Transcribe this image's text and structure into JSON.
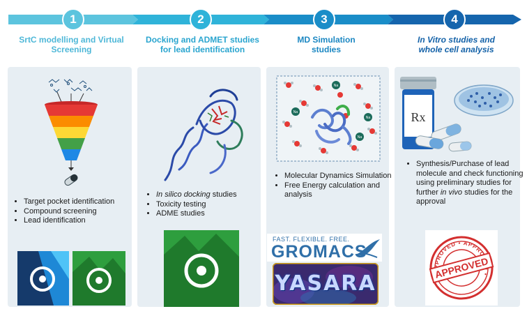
{
  "steps": [
    {
      "number": "1",
      "title": "SrtC modelling and Virtual Screening",
      "italic": false,
      "bullets": [
        "Target pocket identification",
        "Compound screening",
        "Lead identification"
      ]
    },
    {
      "number": "2",
      "title": "Docking and ADMET studies for lead identification",
      "italic": false,
      "bullets_rich": [
        {
          "italic": "In silico docking",
          "plain": " studies"
        },
        {
          "italic": "",
          "plain": "Toxicity testing"
        },
        {
          "italic": "",
          "plain": "ADME studies"
        }
      ]
    },
    {
      "number": "3",
      "title": "MD Simulation studies",
      "italic": false,
      "bullets": [
        "Molecular Dynamics Simulation",
        "Free Energy calculation and analysis"
      ]
    },
    {
      "number": "4",
      "title": "In Vitro studies and whole cell analysis",
      "italic": true,
      "bullet_parts": {
        "p1": "Synthesis/Purchase of lead molecule and check functioning using preliminary studies for further ",
        "p2": "in vivo",
        "p3": " studies for the approval"
      }
    }
  ],
  "logos": {
    "gromacs_tagline": "FAST. FLEXIBLE. FREE.",
    "gromacs_name": "GROMACS",
    "yasara_name": "YASARA",
    "approved_text": "APPROVED",
    "approved_ring": "APPROVED • APPROVED •",
    "rx_label": "Rx",
    "ion_label": "Na"
  },
  "colors": {
    "step1": "#5cc4de",
    "step2": "#2fb3d9",
    "step3": "#1a8dc8",
    "step4": "#1565ad",
    "panel": "#e7eef3",
    "title1": "#4fb8d8",
    "title2": "#2aa5cf",
    "title3": "#1b87c2",
    "title4": "#1462a8"
  }
}
